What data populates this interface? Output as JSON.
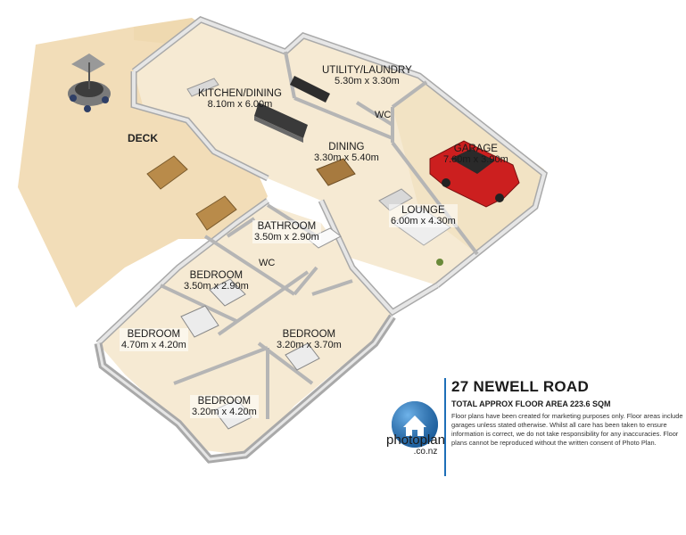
{
  "rooms": {
    "deck": {
      "name": "DECK"
    },
    "kitchen": {
      "name": "KITCHEN/DINING",
      "dims": "8.10m x 6.00m"
    },
    "utility": {
      "name": "UTILITY/LAUNDRY",
      "dims": "5.30m x 3.30m"
    },
    "wc_top": {
      "name": "WC"
    },
    "garage": {
      "name": "GARAGE",
      "dims": "7.60m x 3.90m"
    },
    "dining": {
      "name": "DINING",
      "dims": "3.30m x 5.40m"
    },
    "lounge": {
      "name": "LOUNGE",
      "dims": "6.00m x 4.30m"
    },
    "bathroom": {
      "name": "BATHROOM",
      "dims": "3.50m x 2.90m"
    },
    "wc_mid": {
      "name": "WC"
    },
    "bedroom1": {
      "name": "BEDROOM",
      "dims": "3.50m x 2.90m"
    },
    "bedroom2": {
      "name": "BEDROOM",
      "dims": "4.70m x 4.20m"
    },
    "bedroom3": {
      "name": "BEDROOM",
      "dims": "3.20m x 3.70m"
    },
    "bedroom4": {
      "name": "BEDROOM",
      "dims": "3.20m x 4.20m"
    }
  },
  "info": {
    "address": "27 NEWELL ROAD",
    "total_area": "TOTAL APPROX FLOOR AREA 223.6 SQM",
    "disclaimer": "Floor plans have been created for marketing purposes only. Floor areas include garages unless stated otherwise. Whilst all care has been taken to ensure information is correct, we do not take responsibility for any inaccuracies. Floor plans cannot be reproduced without the written consent of Photo Plan.",
    "brand_main": "photoplan",
    "brand_sub": ".co.nz"
  },
  "colors": {
    "deck": "#f2ddb8",
    "floor": "#f6ead3",
    "wall_top": "#e6e6e6",
    "wall_side": "#a9a9a9",
    "brand_blue": "#1e6fb8",
    "car_red": "#cc1f1f"
  },
  "icons": {
    "logo": "house-icon"
  }
}
